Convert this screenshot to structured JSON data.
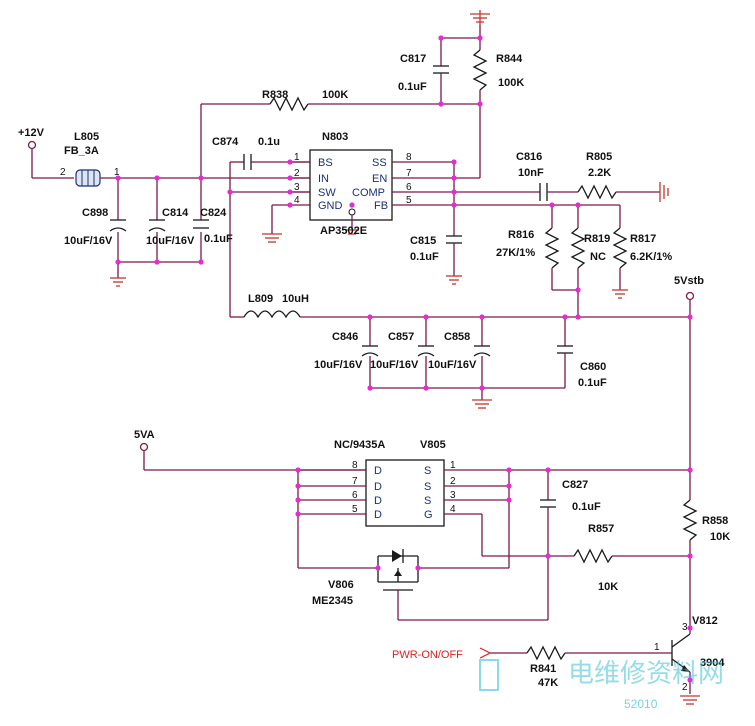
{
  "labels": {
    "vin": "+12V",
    "l805_ref": "L805",
    "l805_val": "FB_3A",
    "l805_pin2": "2",
    "l805_pin1": "1",
    "c898_ref": "C898",
    "c898_val": "10uF/16V",
    "c814_ref": "C814",
    "c814_val": "10uF/16V",
    "c824_ref": "C824",
    "c824_val": "0.1uF",
    "c874_ref": "C874",
    "c874_val": "0.1u",
    "r838_ref": "R838",
    "r838_val": "100K",
    "c817_ref": "C817",
    "c817_val": "0.1uF",
    "r844_ref": "R844",
    "r844_val": "100K",
    "n803_ref": "N803",
    "n803_part": "AP3502E",
    "c815_ref": "C815",
    "c815_val": "0.1uF",
    "c816_ref": "C816",
    "c816_val": "10nF",
    "r805_ref": "R805",
    "r805_val": "2.2K",
    "r816_ref": "R816",
    "r816_val": "27K/1%",
    "r819_ref": "R819",
    "r819_val": "NC",
    "r817_ref": "R817",
    "r817_val": "6.2K/1%",
    "net_5vstb": "5Vstb",
    "l809_ref": "L809",
    "l809_val": "10uH",
    "c846_ref": "C846",
    "c846_val": "10uF/16V",
    "c857_ref": "C857",
    "c857_val": "10uF/16V",
    "c858_ref": "C858",
    "c858_val": "10uF/16V",
    "c860_ref": "C860",
    "c860_val": "0.1uF",
    "net_5va": "5VA",
    "v805_part": "NC/9435A",
    "v805_ref": "V805",
    "c827_ref": "C827",
    "c827_val": "0.1uF",
    "r858_ref": "R858",
    "r858_val": "10K",
    "r857_ref": "R857",
    "r857_val": "10K",
    "v806_ref": "V806",
    "v806_part": "ME2345",
    "pwr_net": "PWR-ON/OFF",
    "r841_ref": "R841",
    "r841_val": "47K",
    "v812_ref": "V812",
    "v812_part": "3904",
    "v812_pin1": "1",
    "v812_pin2": "2",
    "v812_pin3": "3",
    "watermark_text": "电维修资料网",
    "watermark_url": "52010"
  },
  "n803_pins": {
    "left": [
      {
        "num": "1",
        "name": "BS"
      },
      {
        "num": "2",
        "name": "IN"
      },
      {
        "num": "3",
        "name": "SW"
      },
      {
        "num": "4",
        "name": "GND"
      }
    ],
    "right": [
      {
        "num": "8",
        "name": "SS"
      },
      {
        "num": "7",
        "name": "EN"
      },
      {
        "num": "6",
        "name": "COMP"
      },
      {
        "num": "5",
        "name": "FB"
      }
    ]
  },
  "v805_pins": {
    "left": [
      {
        "num": "8",
        "name": "D"
      },
      {
        "num": "7",
        "name": "D"
      },
      {
        "num": "6",
        "name": "D"
      },
      {
        "num": "5",
        "name": "D"
      }
    ],
    "right": [
      {
        "num": "1",
        "name": "S"
      },
      {
        "num": "2",
        "name": "S"
      },
      {
        "num": "3",
        "name": "S"
      },
      {
        "num": "4",
        "name": "G"
      }
    ]
  },
  "colors": {
    "wire": "#7a1a4a",
    "junction": "#e62ad4",
    "ground": "#c0392b",
    "label_blue": "#1b2f7a",
    "net_red": "#e02020",
    "watermark": "#3fc0d8"
  }
}
